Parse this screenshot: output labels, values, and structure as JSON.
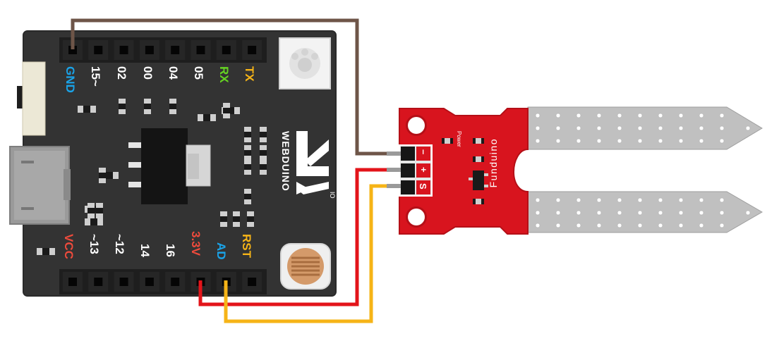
{
  "colors": {
    "board": "#333333",
    "board_edge": "#2a2a2a",
    "sensor": "#d8141e",
    "sensor_edge": "#b50f17",
    "probe": "#c0c0c0",
    "wire_gnd": "#6e5548",
    "wire_vcc": "#e3141a",
    "wire_signal": "#f6b417",
    "label_blue": "#1aa3e8",
    "label_white": "#ffffff",
    "label_green": "#65d322",
    "label_orange": "#f6b417",
    "label_red": "#ef4b3c"
  },
  "board": {
    "brand": "WEBDUINO",
    "brand_suffix": "IO",
    "top_pins": [
      {
        "label": "GND",
        "color": "label_blue"
      },
      {
        "label": "15~",
        "color": "label_white"
      },
      {
        "label": "02",
        "color": "label_white"
      },
      {
        "label": "00",
        "color": "label_white"
      },
      {
        "label": "04",
        "color": "label_white"
      },
      {
        "label": "05",
        "color": "label_white"
      },
      {
        "label": "RX",
        "color": "label_green"
      },
      {
        "label": "TX",
        "color": "label_orange"
      }
    ],
    "bottom_pins": [
      {
        "label": "VCC",
        "color": "label_red"
      },
      {
        "label": "~13",
        "color": "label_white"
      },
      {
        "label": "~12",
        "color": "label_white"
      },
      {
        "label": "14",
        "color": "label_white"
      },
      {
        "label": "16",
        "color": "label_white"
      },
      {
        "label": "3.3V",
        "color": "label_red"
      },
      {
        "label": "AD",
        "color": "label_blue"
      },
      {
        "label": "RST",
        "color": "label_orange"
      }
    ]
  },
  "sensor": {
    "pins": [
      "–",
      "+",
      "S"
    ],
    "power_label": "Power",
    "brand": "Funduino"
  },
  "wires": [
    {
      "from": "GND",
      "to": "–",
      "color": "wire_gnd"
    },
    {
      "from": "3.3V",
      "to": "+",
      "color": "wire_vcc"
    },
    {
      "from": "AD",
      "to": "S",
      "color": "wire_signal"
    }
  ]
}
